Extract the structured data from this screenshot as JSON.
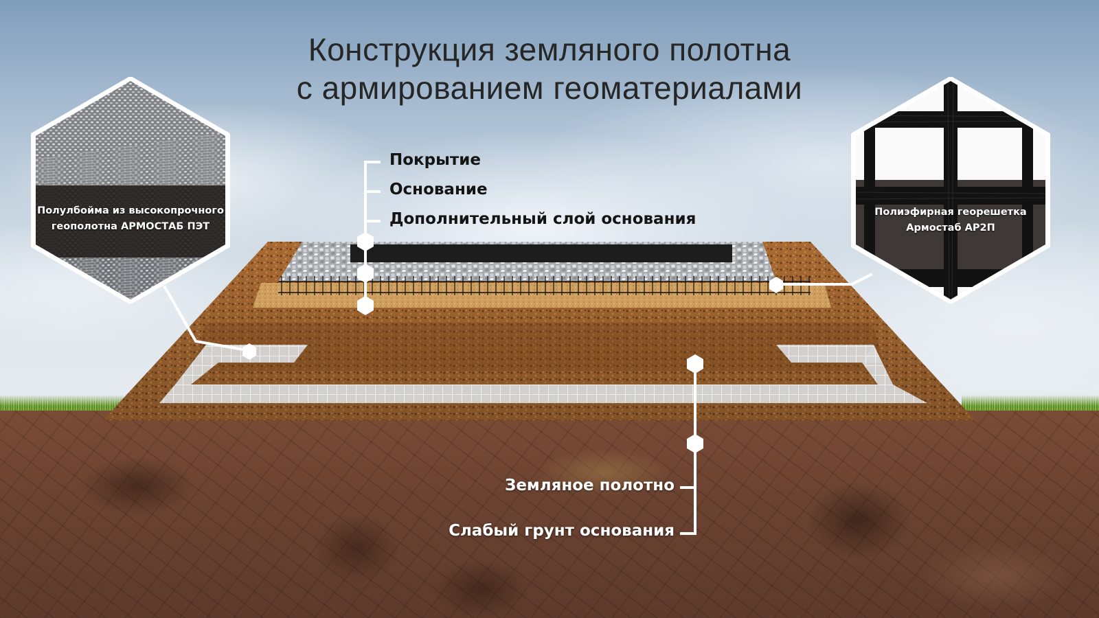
{
  "title": {
    "line1": "Конструкция земляного полотна",
    "line2": "с армированием геоматериалами"
  },
  "layers_top": [
    {
      "label": "Покрытие"
    },
    {
      "label": "Основание"
    },
    {
      "label": "Дополнительный слой основания"
    }
  ],
  "layers_bottom": [
    {
      "label": "Земляное полотно"
    },
    {
      "label": "Слабый грунт основания"
    }
  ],
  "callouts": {
    "left": {
      "material": "geotextile-fabric",
      "line1": "Полулбойма из высокопрочного",
      "line2": "геополотна АРМОСТАБ ПЭТ"
    },
    "right": {
      "material": "polyester-geogrid",
      "line1": "Полиэфирная георешетка",
      "line2": "Армостаб АР2П"
    }
  },
  "colors": {
    "title_text": "#262626",
    "asphalt": "#1c1c1c",
    "gravel": "#b9bcbf",
    "sand": "#c99a5c",
    "embankment_soil": "#a4632c",
    "subsoil": "#6c4331",
    "geotextile": "#dadada",
    "leader_line": "#ffffff"
  }
}
